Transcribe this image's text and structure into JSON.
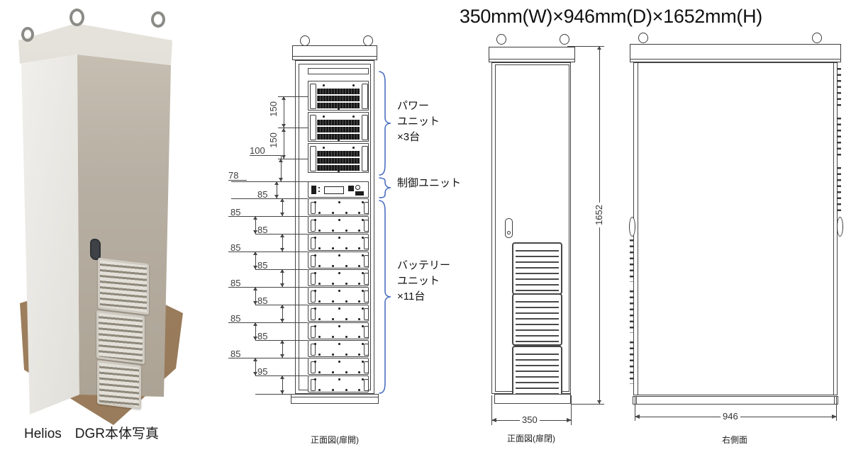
{
  "title": "350mm(W)×946mm(D)×1652mm(H)",
  "photo": {
    "caption": "Helios　DGR本体写真"
  },
  "front_open": {
    "caption": "正面図(扉開)",
    "power_label_lines": [
      "パワー",
      "ユニット",
      "×3台"
    ],
    "control_label": "制御ユニット",
    "battery_label_lines": [
      "バッテリー",
      "ユニット",
      "×11台"
    ],
    "dims": {
      "power_pitch": [
        "150",
        "150"
      ],
      "control_offset": "100",
      "control_height": "78",
      "battery_pitches": [
        "85",
        "85",
        "85",
        "85",
        "85",
        "85",
        "85",
        "85",
        "85",
        "85"
      ],
      "bottom_pitch": "95"
    }
  },
  "front_closed": {
    "caption": "正面図(扉閉)",
    "width_dim": "350",
    "height_dim": "1652"
  },
  "side_view": {
    "caption": "右側面",
    "depth_dim": "946"
  },
  "equipment": {
    "power_units": 3,
    "control_units": 1,
    "battery_units": 11
  },
  "colors": {
    "brace_blue": "#4a6fc0",
    "line_dark": "#454545",
    "cabinet_front": "#b7afa2",
    "cabinet_side": "#eceae6",
    "cabinet_top": "#d9d5cc",
    "cardboard_brown": "#a2835f",
    "handle_dark": "#3e4246"
  }
}
